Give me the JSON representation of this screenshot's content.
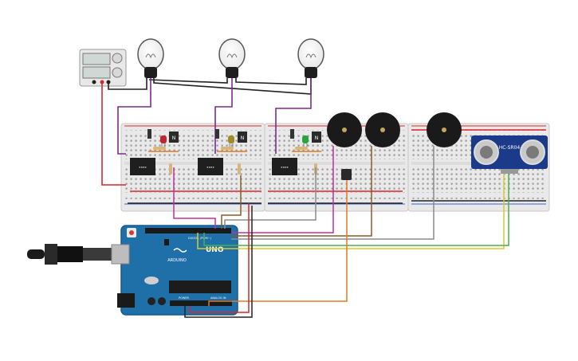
{
  "board": {
    "logo_text": "ARDUINO",
    "model_text": "UNO",
    "power_label": "POWER",
    "analog_label": "ANALOG IN",
    "digital_label": "DIGITAL (PWM~)"
  },
  "sensor": {
    "model_label": "HC-SR04"
  },
  "components": {
    "bulb_count": 3,
    "relay_count": 3,
    "led_colors": [
      "#c0262b",
      "#a08a2a",
      "#28a53a"
    ],
    "buzzer_count": 3,
    "breadboard_count": 3
  },
  "wire_colors": {
    "red": "#d9262b",
    "black": "#222222",
    "purple": "#7a2d8f",
    "brown": "#8a5a2b",
    "orange": "#e07b22",
    "magenta": "#c0309c",
    "gray": "#8c8c8c",
    "yellow": "#d9c82a",
    "green": "#4caf50"
  }
}
